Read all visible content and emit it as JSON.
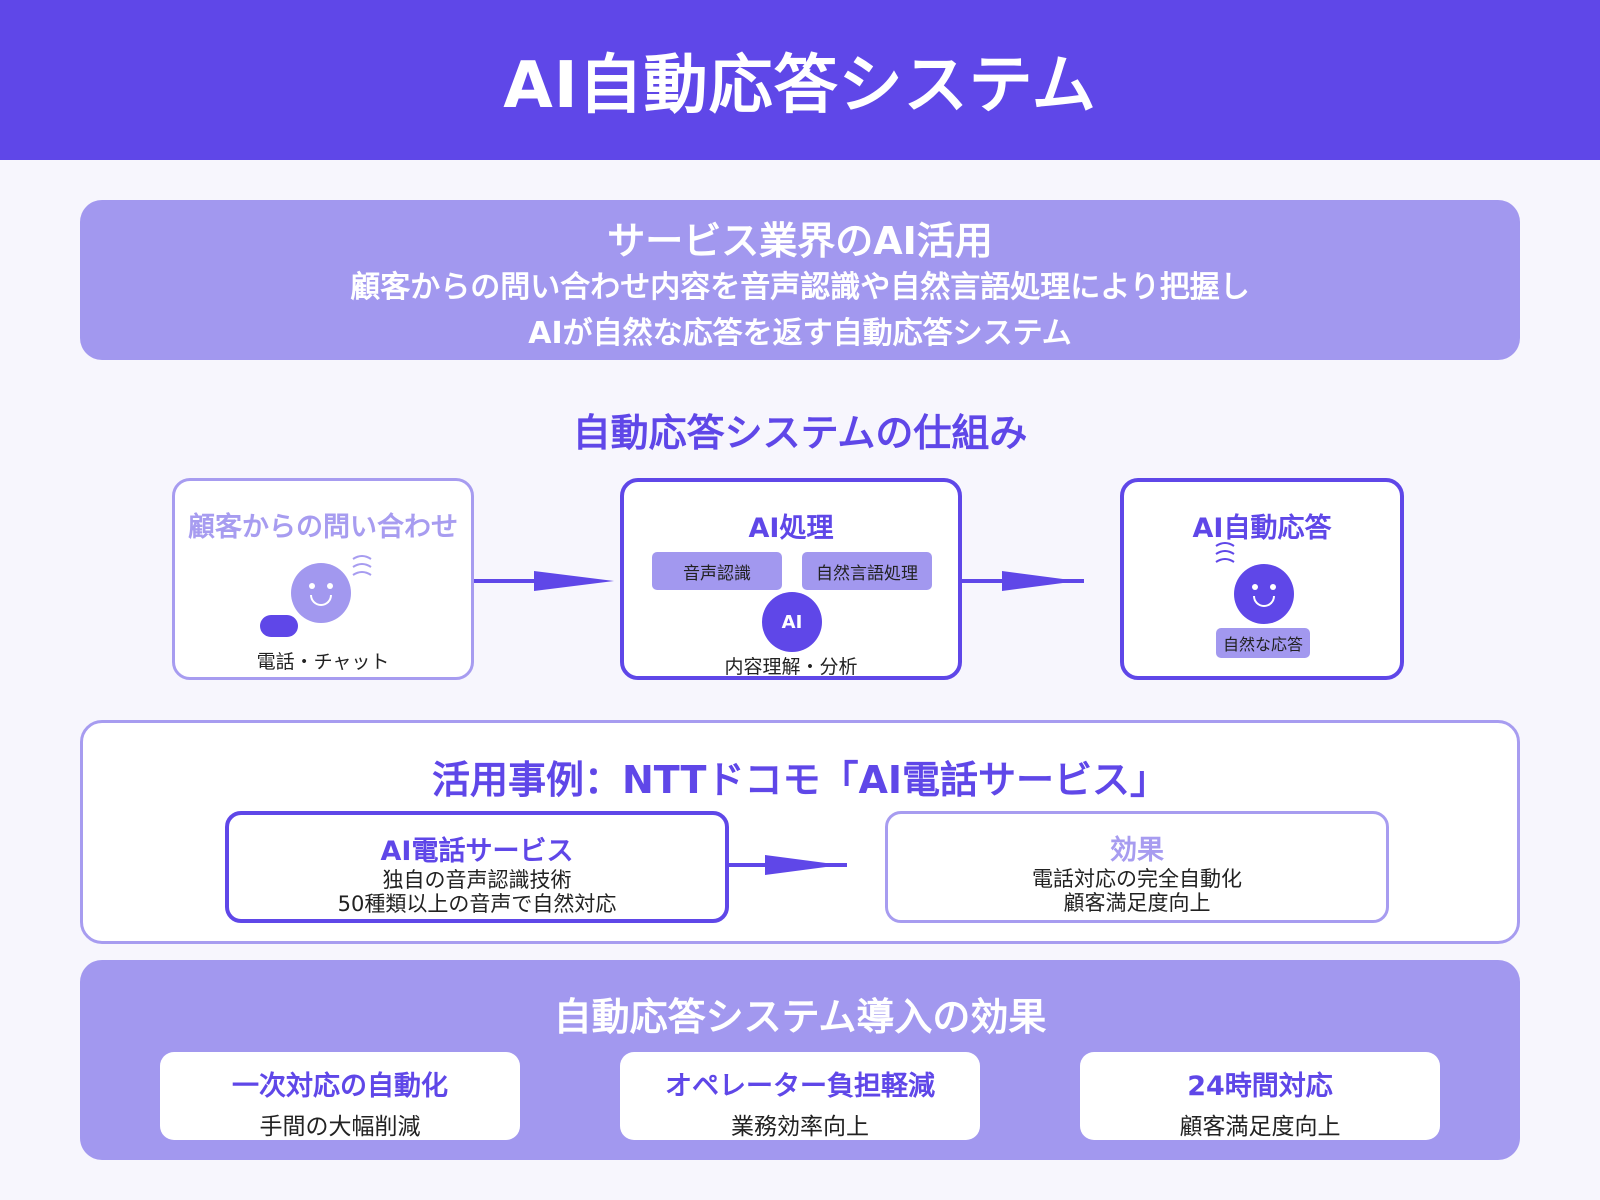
{
  "header": {
    "title": "AI自動応答システム"
  },
  "intro": {
    "title": "サービス業界のAI活用",
    "line1": "顧客からの問い合わせ内容を音声認識や自然言語処理により把握し",
    "line2": "AIが自然な応答を返す自動応答システム"
  },
  "mechanism": {
    "title": "自動応答システムの仕組み",
    "input": {
      "title": "顧客からの問い合わせ",
      "caption": "電話・チャット"
    },
    "processing": {
      "title": "AI処理",
      "tag1": "音声認識",
      "tag2": "自然言語処理",
      "badge": "AI",
      "caption": "内容理解・分析"
    },
    "output": {
      "title": "AI自動応答",
      "tag": "自然な応答"
    }
  },
  "case": {
    "title": "活用事例：NTTドコモ「AI電話サービス」",
    "service": {
      "title": "AI電話サービス",
      "line1": "独自の音声認識技術",
      "line2": "50種類以上の音声で自然対応"
    },
    "result": {
      "title": "効果",
      "line1": "電話対応の完全自動化",
      "line2": "顧客満足度向上"
    }
  },
  "effects": {
    "title": "自動応答システム導入の効果",
    "items": [
      {
        "title": "一次対応の自動化",
        "desc": "手間の大幅削減"
      },
      {
        "title": "オペレーター負担軽減",
        "desc": "業務効率向上"
      },
      {
        "title": "24時間対応",
        "desc": "顧客満足度向上"
      }
    ]
  },
  "colors": {
    "primary": "#5f47e8",
    "light": "#a298ef",
    "lighter": "#a79cf0",
    "background": "#f7f6fd"
  },
  "icons": [
    "smiley-face-icon",
    "sound-wave-icon",
    "chat-bubble-icon",
    "arrow-right-icon"
  ]
}
